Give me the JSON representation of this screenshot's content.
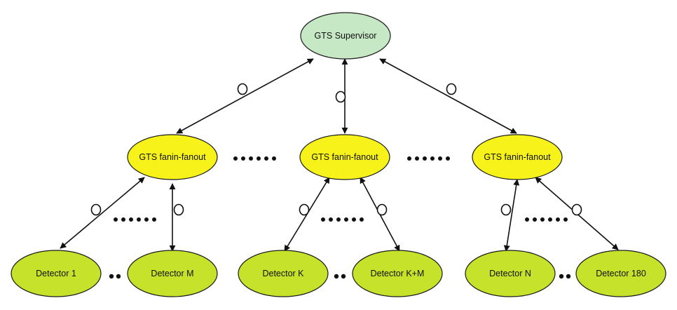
{
  "diagram": {
    "supervisor": {
      "label": "GTS Supervisor"
    },
    "fanouts": [
      {
        "id": "fanout-1",
        "label": "GTS fanin-fanout"
      },
      {
        "id": "fanout-2",
        "label": "GTS fanin-fanout"
      },
      {
        "id": "fanout-3",
        "label": "GTS fanin-fanout"
      }
    ],
    "detectors": [
      {
        "id": "detector-1",
        "label": "Detector 1",
        "parent": "fanout-1"
      },
      {
        "id": "detector-m",
        "label": "Detector M",
        "parent": "fanout-1"
      },
      {
        "id": "detector-k",
        "label": "Detector K",
        "parent": "fanout-2"
      },
      {
        "id": "detector-k-m",
        "label": "Detector K+M",
        "parent": "fanout-2"
      },
      {
        "id": "detector-n",
        "label": "Detector N",
        "parent": "fanout-3"
      },
      {
        "id": "detector-180",
        "label": "Detector 180",
        "parent": "fanout-3"
      }
    ],
    "colors": {
      "supervisor_fill": "#c6e8c4",
      "fanout_fill": "#f6f21a",
      "detector_fill": "#c6e22a",
      "outline": "#1a1a1a"
    },
    "edge_marker": "optical-link-ring",
    "ellipsis_marker": "dotted-ellipsis"
  }
}
